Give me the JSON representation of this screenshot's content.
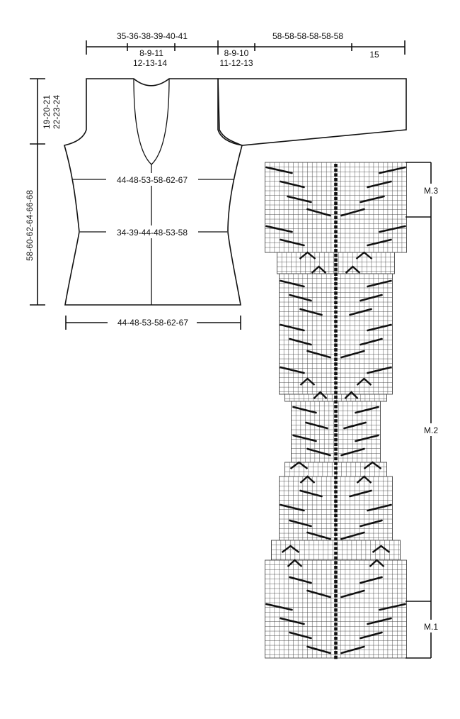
{
  "garment": {
    "top_width": "35-36-38-39-40-41",
    "sleeve_length": "58-58-58-58-58-58",
    "neck_width_line1": "8-9-11",
    "neck_width_line2": "12-13-14",
    "shoulder_line1": "8-9-10",
    "shoulder_line2": "11-12-13",
    "sleeve_cuff": "15",
    "armhole_line1": "19-20-21",
    "armhole_line2": "22-23-24",
    "body_length": "58-60-62-64-66-68",
    "bust_width": "44-48-53-58-62-67",
    "waist_width": "34-39-44-48-53-58",
    "hem_width": "44-48-53-58-62-67"
  },
  "chart": {
    "sections": [
      {
        "label": "M.3"
      },
      {
        "label": "M.2"
      },
      {
        "label": "M.1"
      }
    ]
  },
  "colors": {
    "line": "#111111",
    "grid": "#444444",
    "background": "#ffffff"
  }
}
